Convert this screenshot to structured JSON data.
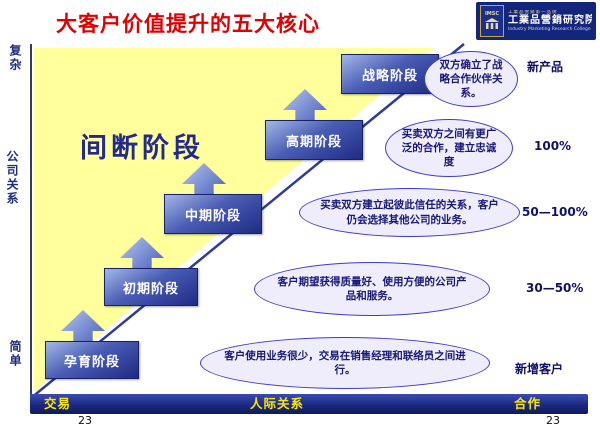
{
  "slide": {
    "title": "大客户价值提升的五大核心"
  },
  "logo": {
    "badge": "IMSC",
    "tagline": "工業品營銷第一品牌",
    "name": "工業品營銷研究院",
    "subtitle": "Industry Marketing Research College"
  },
  "axes": {
    "y_top": "复杂",
    "y_mid": "公司关系",
    "y_bottom": "简单",
    "x_left": "交易",
    "x_center": "人际关系",
    "x_right": "合作"
  },
  "region_label": "间断阶段",
  "stages": [
    {
      "label": "孕育阶段"
    },
    {
      "label": "初期阶段"
    },
    {
      "label": "中期阶段"
    },
    {
      "label": "高期阶段"
    },
    {
      "label": "战略阶段"
    }
  ],
  "callouts": [
    {
      "text": "双方确立了战略合作伙伴关系。",
      "side_label": "新产品"
    },
    {
      "text": "买卖双方之间有更广泛的合作，建立忠诚度",
      "side_label": "100%"
    },
    {
      "text": "买卖双方建立起彼此信任的关系，客户仍会选择其他公司的业务。",
      "side_label": "50—100%"
    },
    {
      "text": "客户期望获得质量好、使用方便的公司产品和服务。",
      "side_label": "30—50%"
    },
    {
      "text": "客户使用业务很少，交易在销售经理和联络员之间进行。",
      "side_label": "新增客户"
    }
  ],
  "footer": {
    "page_left": "23",
    "page_right": "23"
  },
  "colors": {
    "title_red": "#e00000",
    "region_fill": "#ffff9c",
    "stage_dark_blue": "#1e2b85",
    "callout_fill": "#efedfb",
    "callout_border": "#3b3bd0",
    "axis_bar": "#1b2a80",
    "axis_label_yellow": "#ffe800"
  }
}
